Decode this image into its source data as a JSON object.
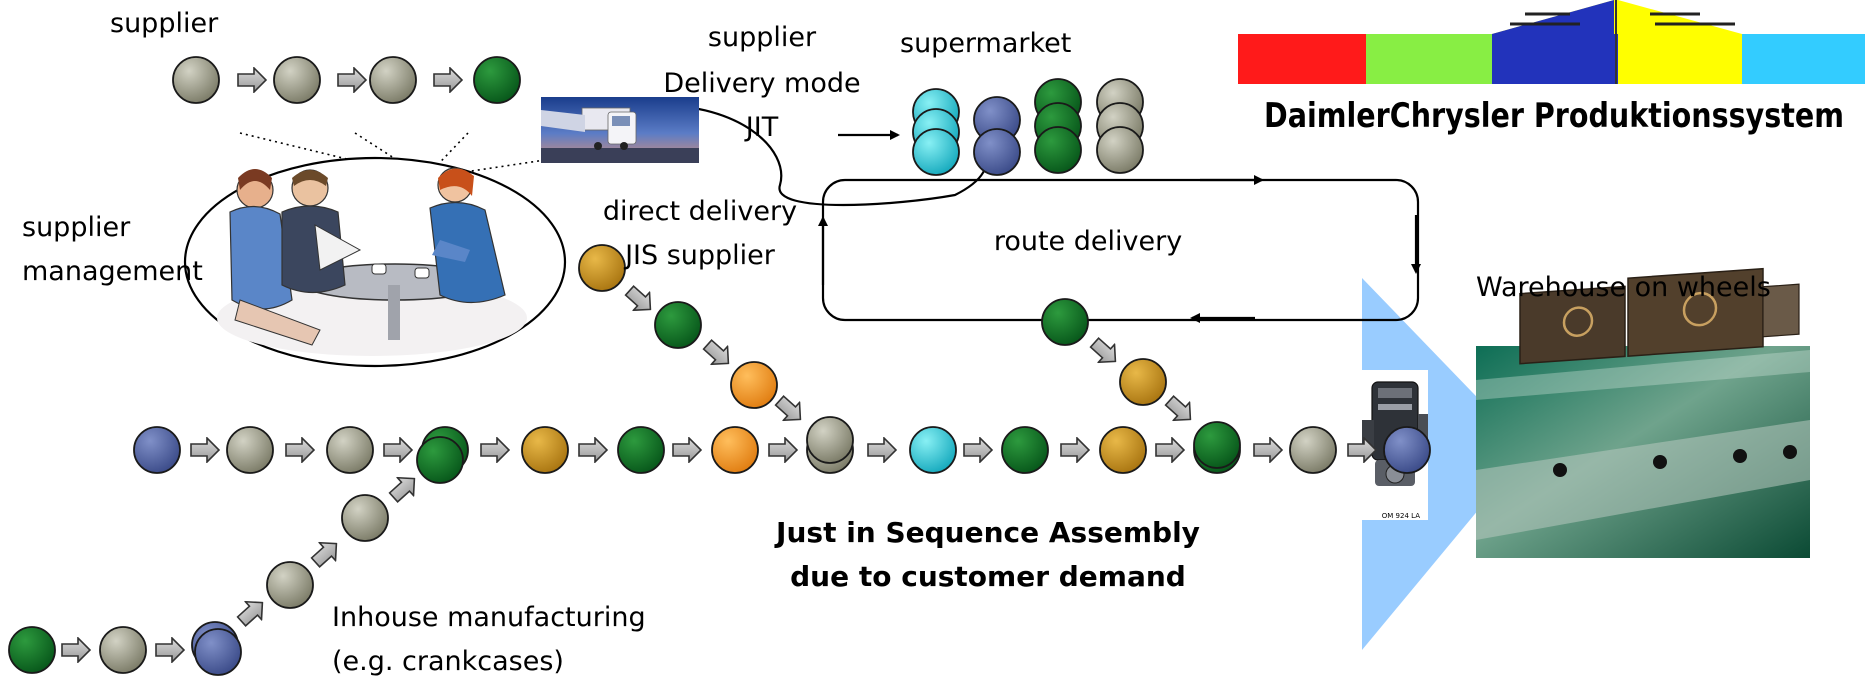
{
  "labels": {
    "supplier_top": "supplier",
    "supplier_mode_1": "supplier",
    "supplier_mode_2": "Delivery mode",
    "supplier_mode_3": "JIT",
    "supermarket": "supermarket",
    "supplier_mgmt_1": "supplier",
    "supplier_mgmt_2": "management",
    "direct_1": "direct delivery",
    "direct_2": "JIS supplier",
    "route_delivery": "route delivery",
    "warehouse": "Warehouse on wheels",
    "inhouse_1": "Inhouse manufacturing",
    "inhouse_2": "(e.g. crankcases)",
    "jis_1": "Just in Sequence Assembly",
    "jis_2": "due to customer demand",
    "engine_tag": "OM 924 LA"
  },
  "logo": {
    "text": "DaimlerChrysler Produktionssystem",
    "stripe_colors": [
      "#ff1a1a",
      "#88ee44",
      "#2233bb",
      "#ffff00",
      "#33ccff"
    ]
  },
  "colors": {
    "gray": "#8c8c78",
    "green": "#0b6b1c",
    "blue": "#4a5a98",
    "orange": "#f0901c",
    "ochre": "#c8901a",
    "cyan": "#22c8d8",
    "arrow": "#b4b4b4",
    "funnel": "#99ccff"
  },
  "icons": [
    "truck-photo-icon",
    "meeting-people-icon",
    "engine-icon",
    "warehouse-truck-photo-icon"
  ]
}
